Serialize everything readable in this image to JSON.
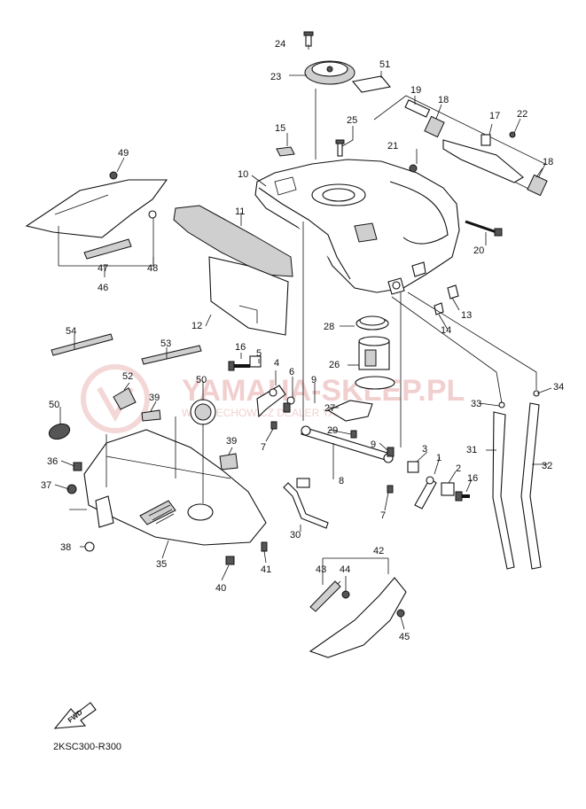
{
  "watermark": {
    "brand": "YAMAHA-SKLEP.PL",
    "subtitle": "WOJCIECHOWICZ DEALER YAMAHA"
  },
  "labels": [
    {
      "id": "1",
      "text": "1"
    },
    {
      "id": "2",
      "text": "2"
    },
    {
      "id": "3",
      "text": "3"
    },
    {
      "id": "4",
      "text": "4"
    },
    {
      "id": "5",
      "text": "5"
    },
    {
      "id": "6",
      "text": "6"
    },
    {
      "id": "7a",
      "text": "7"
    },
    {
      "id": "7b",
      "text": "7"
    },
    {
      "id": "8",
      "text": "8"
    },
    {
      "id": "9a",
      "text": "9"
    },
    {
      "id": "9b",
      "text": "9"
    },
    {
      "id": "10",
      "text": "10"
    },
    {
      "id": "11",
      "text": "11"
    },
    {
      "id": "12",
      "text": "12"
    },
    {
      "id": "13",
      "text": "13"
    },
    {
      "id": "14",
      "text": "14"
    },
    {
      "id": "15",
      "text": "15"
    },
    {
      "id": "16a",
      "text": "16"
    },
    {
      "id": "16b",
      "text": "16"
    },
    {
      "id": "17",
      "text": "17"
    },
    {
      "id": "18a",
      "text": "18"
    },
    {
      "id": "18b",
      "text": "18"
    },
    {
      "id": "19",
      "text": "19"
    },
    {
      "id": "20",
      "text": "20"
    },
    {
      "id": "21",
      "text": "21"
    },
    {
      "id": "22",
      "text": "22"
    },
    {
      "id": "23",
      "text": "23"
    },
    {
      "id": "24",
      "text": "24"
    },
    {
      "id": "25",
      "text": "25"
    },
    {
      "id": "26",
      "text": "26"
    },
    {
      "id": "27",
      "text": "27"
    },
    {
      "id": "28",
      "text": "28"
    },
    {
      "id": "29",
      "text": "29"
    },
    {
      "id": "30",
      "text": "30"
    },
    {
      "id": "31",
      "text": "31"
    },
    {
      "id": "32",
      "text": "32"
    },
    {
      "id": "33",
      "text": "33"
    },
    {
      "id": "34",
      "text": "34"
    },
    {
      "id": "35",
      "text": "35"
    },
    {
      "id": "36",
      "text": "36"
    },
    {
      "id": "37",
      "text": "37"
    },
    {
      "id": "38",
      "text": "38"
    },
    {
      "id": "39a",
      "text": "39"
    },
    {
      "id": "39b",
      "text": "39"
    },
    {
      "id": "40",
      "text": "40"
    },
    {
      "id": "41",
      "text": "41"
    },
    {
      "id": "42",
      "text": "42"
    },
    {
      "id": "43",
      "text": "43"
    },
    {
      "id": "44",
      "text": "44"
    },
    {
      "id": "45",
      "text": "45"
    },
    {
      "id": "46",
      "text": "46"
    },
    {
      "id": "47",
      "text": "47"
    },
    {
      "id": "48",
      "text": "48"
    },
    {
      "id": "49",
      "text": "49"
    },
    {
      "id": "50a",
      "text": "50"
    },
    {
      "id": "50b",
      "text": "50"
    },
    {
      "id": "51",
      "text": "51"
    },
    {
      "id": "52",
      "text": "52"
    },
    {
      "id": "53",
      "text": "53"
    },
    {
      "id": "54",
      "text": "54"
    }
  ],
  "fwd_label": "FWD",
  "diagram_code": "2KSC300-R300"
}
